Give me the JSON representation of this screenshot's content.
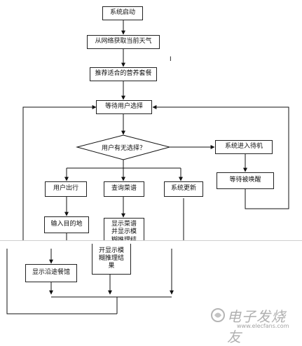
{
  "nodes": {
    "start": "系统启动",
    "fetch_weather": "从网络获取当前天气",
    "recommend": "推荐适合的营养套餐",
    "wait_select": "等待用户选择",
    "decision": "用户有无选择？",
    "standby": "系统进入待机",
    "wait_wake": "等待被唤醒",
    "user_travel": "用户出行",
    "query_menu": "查询菜谱",
    "system_update": "系统更新",
    "input_destination": "输入目的地",
    "show_menu_lines": [
      "显示菜谱",
      "并显示模",
      "糊推理结"
    ],
    "show_menu_dup_lines": [
      "开显示模",
      "糊推理结",
      "果"
    ],
    "show_restaurants": "显示沿途餐馆"
  },
  "cursor_glyph": "I",
  "watermark": {
    "title": "电子发烧友",
    "url": "www.elecfans.com"
  }
}
